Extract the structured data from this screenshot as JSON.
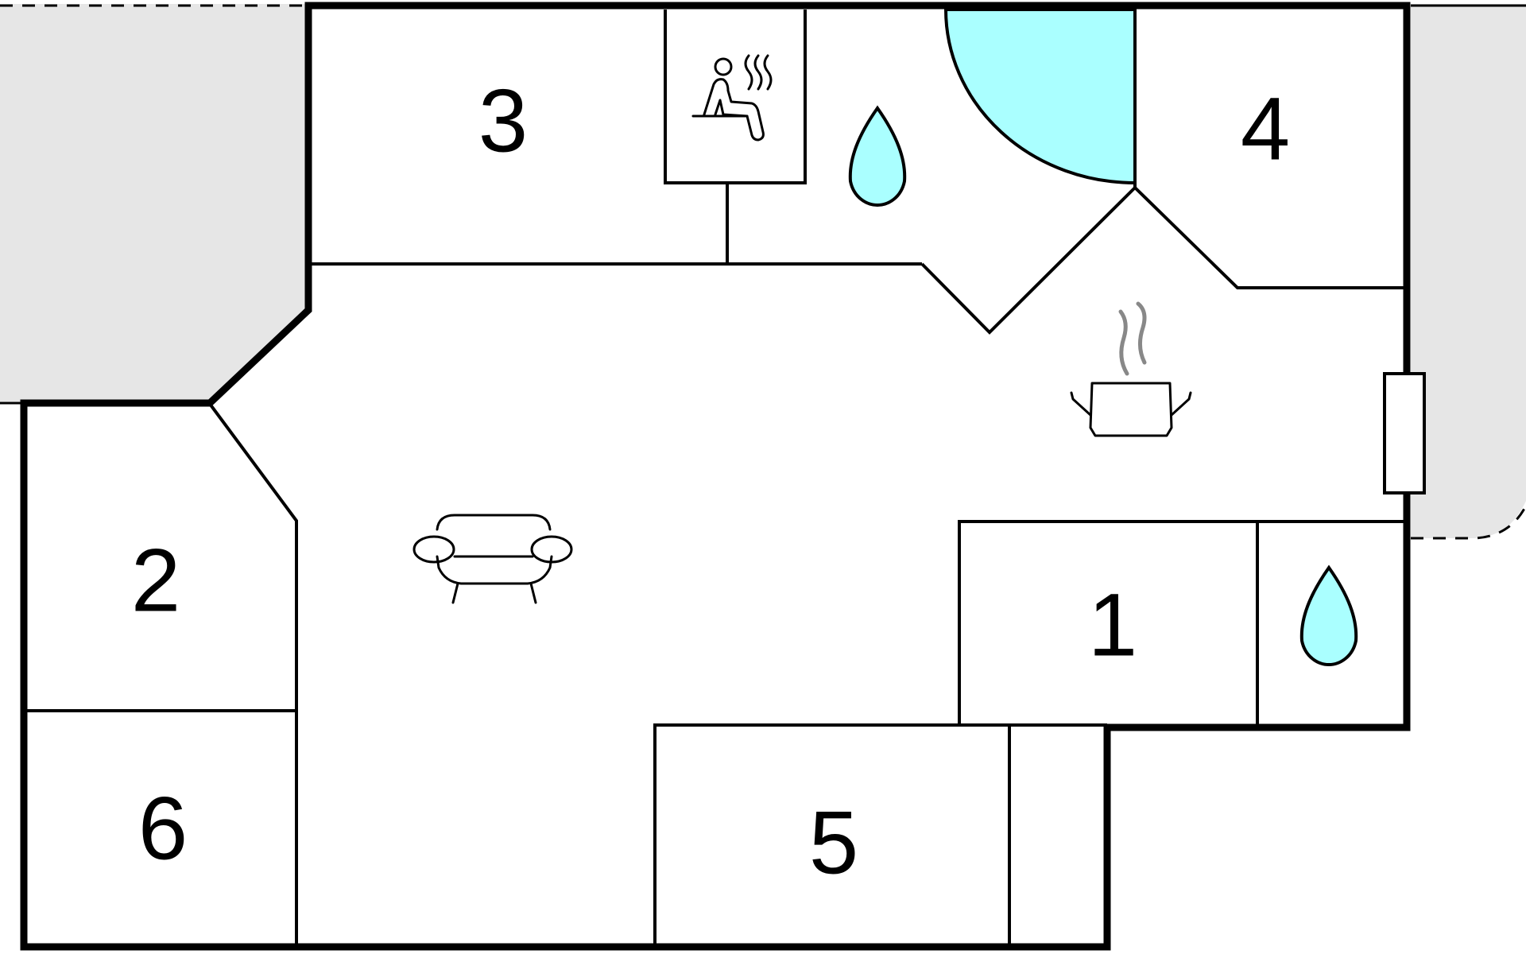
{
  "rooms": [
    {
      "id": "room-1",
      "label": "1"
    },
    {
      "id": "room-2",
      "label": "2"
    },
    {
      "id": "room-3",
      "label": "3"
    },
    {
      "id": "room-4",
      "label": "4"
    },
    {
      "id": "room-5",
      "label": "5"
    },
    {
      "id": "room-6",
      "label": "6"
    }
  ],
  "icons": [
    "sauna-icon",
    "water-drop-icon",
    "sofa-icon",
    "cooking-pot-icon"
  ],
  "colors": {
    "water": "#aaffff",
    "terrace": "#e6e6e6",
    "walls": "#000000",
    "steam": "#888888"
  }
}
